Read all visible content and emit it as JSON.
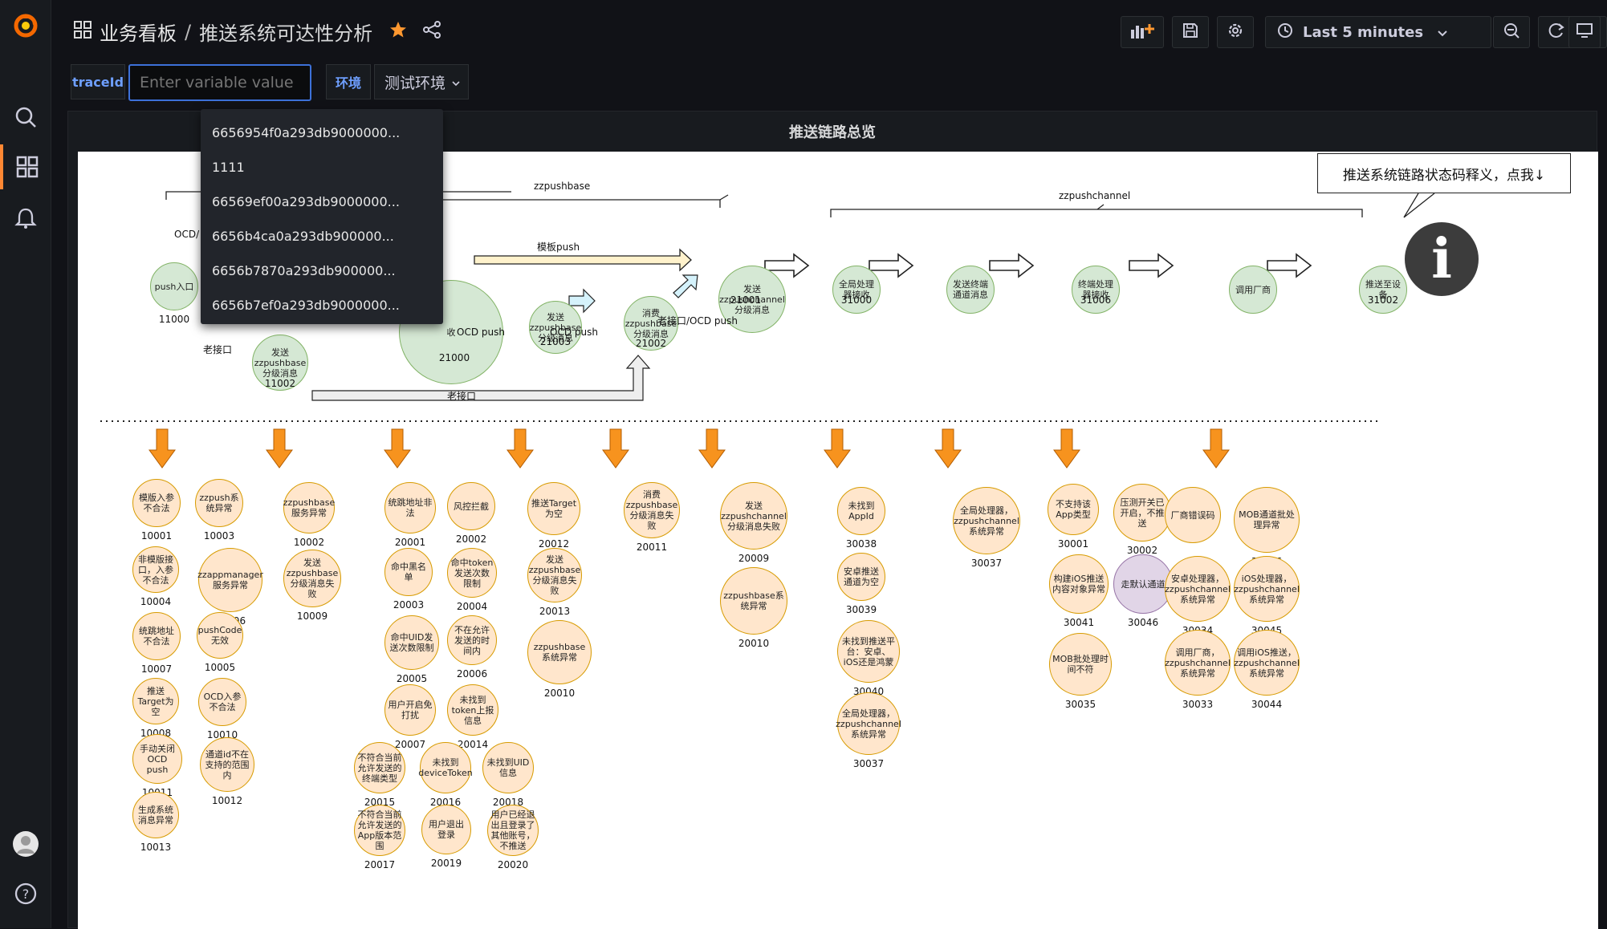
{
  "breadcrumb": {
    "folder": "业务看板",
    "separator": "/",
    "dashboard": "推送系统可达性分析"
  },
  "toolbar": {
    "time_range": "Last 5 minutes"
  },
  "variables": {
    "traceid_label": "traceId",
    "traceid_placeholder": "Enter variable value",
    "env_label": "环境",
    "env_value": "测试环境"
  },
  "dropdown_options": [
    "6656954f0a293db9000000...",
    "1111",
    "66569ef00a293db9000000...",
    "6656b4ca0a293db900000...",
    "6656b7870a293db900000...",
    "6656b7ef0a293db9000000..."
  ],
  "panel": {
    "title": "推送链路总览"
  },
  "diagram": {
    "callout": "推送系统链路状态码释义，点我↓",
    "info_glyph": "i",
    "group_labels": {
      "zzpushbase": "zzpushbase",
      "zzpushchannel": "zzpushchannel"
    },
    "edge_labels": {
      "template_push": "模板push",
      "ocd_push_1": "OCD push",
      "ocd_push_2": "OCD push",
      "old_ocd_push": "老接口/OCD push",
      "old_api_1": "老接口",
      "old_api_2": "老接口",
      "ocd_partial": "OCD/"
    },
    "flow_nodes": [
      {
        "label": "push入口",
        "code": "11000"
      },
      {
        "label": "发送zzpushbase分级消息",
        "code": "11002"
      },
      {
        "label": "收",
        "code": "21000"
      },
      {
        "label": "发送zzpushbase分级消息",
        "code": "21003"
      },
      {
        "label": "消费zzpushbase分级消息",
        "code": "21002"
      },
      {
        "label": "发送zzpushchannel分级消息",
        "code": "21001"
      },
      {
        "label": "全局处理器接收",
        "code": "31000"
      },
      {
        "label": "发送终端通道消息",
        "code": ""
      },
      {
        "label": "终端处理器接收",
        "code": "31006"
      },
      {
        "label": "调用厂商",
        "code": ""
      },
      {
        "label": "推送至设备",
        "code": "31002"
      }
    ],
    "error_nodes": [
      {
        "label": "模版入参不合法",
        "code": "10001"
      },
      {
        "label": "zzpush系统异常",
        "code": "10003"
      },
      {
        "label": "非模版接口，入参不合法",
        "code": "10004"
      },
      {
        "label": "zzappmanager服务异常",
        "code": "10006"
      },
      {
        "label": "统跳地址不合法",
        "code": "10007"
      },
      {
        "label": "pushCode无效",
        "code": "10005"
      },
      {
        "label": "推送Target为空",
        "code": "10008"
      },
      {
        "label": "OCD入参不合法",
        "code": "10010"
      },
      {
        "label": "手动关闭OCD push",
        "code": "10011"
      },
      {
        "label": "通道id不在支持的范围内",
        "code": "10012"
      },
      {
        "label": "生成系统消息异常",
        "code": "10013"
      },
      {
        "label": "zzpushbase服务异常",
        "code": "10002"
      },
      {
        "label": "发送zzpushbase分级消息失败",
        "code": "10009"
      },
      {
        "label": "统跳地址非法",
        "code": "20001"
      },
      {
        "label": "风控拦截",
        "code": "20002"
      },
      {
        "label": "命中黑名单",
        "code": "20003"
      },
      {
        "label": "命中token发送次数限制",
        "code": "20004"
      },
      {
        "label": "命中UID发送次数限制",
        "code": "20005"
      },
      {
        "label": "不在允许发送的时间内",
        "code": "20006"
      },
      {
        "label": "用户开启免打扰",
        "code": "20007"
      },
      {
        "label": "未找到token上报信息",
        "code": "20014"
      },
      {
        "label": "不符合当前允许发送的终端类型",
        "code": "20015"
      },
      {
        "label": "未找到deviceToken",
        "code": "20016"
      },
      {
        "label": "未找到UID信息",
        "code": "20018"
      },
      {
        "label": "不符合当前允许发送的App版本范围",
        "code": "20017"
      },
      {
        "label": "用户退出登录",
        "code": "20019"
      },
      {
        "label": "用户已经退出且登录了其他账号，不推送",
        "code": "20020"
      },
      {
        "label": "推送Target为空",
        "code": "20012"
      },
      {
        "label": "发送zzpushbase分级消息失败",
        "code": "20013"
      },
      {
        "label": "zzpushbase系统异常",
        "code": "20010"
      },
      {
        "label": "消费zzpushbase分级消息失败",
        "code": "20011"
      },
      {
        "label": "发送zzpushchannel分级消息失败",
        "code": "20009"
      },
      {
        "label": "zzpushbase系统异常",
        "code": "20010"
      },
      {
        "label": "未找到AppId",
        "code": "30038"
      },
      {
        "label": "安卓推送通道为空",
        "code": "30039"
      },
      {
        "label": "未找到推送平台：安卓、iOS还是鸿蒙",
        "code": "30040"
      },
      {
        "label": "全局处理器，zzpushchannel系统异常",
        "code": "30037"
      },
      {
        "label": "全局处理器，zzpushchannel系统异常",
        "code": "30037"
      },
      {
        "label": "不支持该App类型",
        "code": "30001"
      },
      {
        "label": "压测开关已开启，不推送",
        "code": "30002"
      },
      {
        "label": "构建iOS推送内容对象异常",
        "code": "30041"
      },
      {
        "label": "走默认通道",
        "code": "30046"
      },
      {
        "label": "MOB批处理时间不符",
        "code": "30035"
      },
      {
        "label": "厂商错误码",
        "code": ""
      },
      {
        "label": "MOB通道批处理异常",
        "code": "30036"
      },
      {
        "label": "安卓处理器，zzpushchannel系统异常",
        "code": "30034"
      },
      {
        "label": "iOS处理器，zzpushchannel系统异常",
        "code": "30045"
      },
      {
        "label": "调用厂商，zzpushchannel系统异常",
        "code": "30033"
      },
      {
        "label": "调用iOS推送，zzpushchannel系统异常",
        "code": "30044"
      }
    ]
  }
}
